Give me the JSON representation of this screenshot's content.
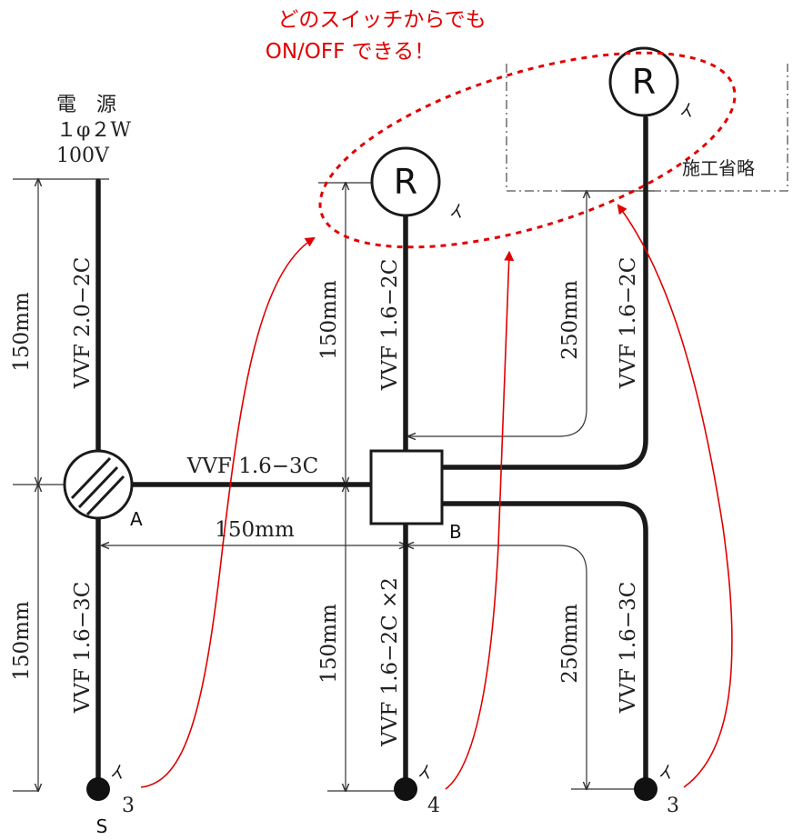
{
  "annotation": {
    "line1": "どのスイッチからでも",
    "line2": "ON/OFF できる！",
    "color": "#e00000"
  },
  "power_source": {
    "line1": "電　源",
    "line2": "１φ２W",
    "line3": "100V"
  },
  "omitted_label": "施工省略",
  "dimensions": {
    "power_riser": "150mm",
    "switch_a_drop": "150mm",
    "light_center_riser": "150mm",
    "box_b_drop": "150mm",
    "horizontal_ab": "150mm",
    "right_riser": "250mm",
    "right_drop": "250mm"
  },
  "cables": {
    "power_feed": "VVF 2.0−2C",
    "switch_a_leg": "VVF 1.6−3C",
    "a_to_b": "VVF 1.6−3C",
    "center_light": "VVF 1.6−2C",
    "center_switch": "VVF 1.6−2C ×2",
    "right_light": "VVF 1.6−2C",
    "right_switch": "VVF 1.6−3C"
  },
  "junction_labels": {
    "a": "A",
    "b": "B"
  },
  "lights": [
    {
      "symbol": "R",
      "tag": "イ"
    },
    {
      "symbol": "R",
      "tag": "イ"
    }
  ],
  "switches": [
    {
      "tag": "イ",
      "number": "3",
      "symbol": "S"
    },
    {
      "tag": "イ",
      "number": "4"
    },
    {
      "tag": "イ",
      "number": "3"
    }
  ]
}
